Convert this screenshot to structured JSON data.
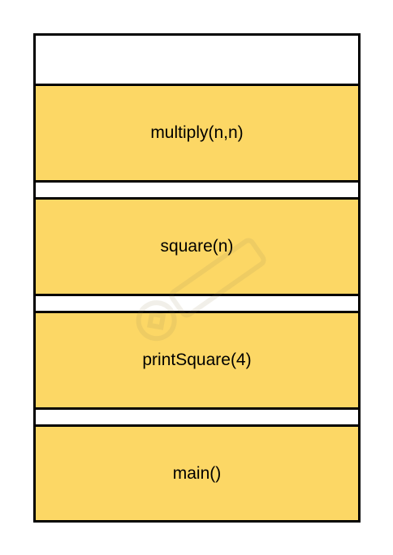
{
  "stack": {
    "frames": [
      {
        "label": "multiply(n,n)"
      },
      {
        "label": "square(n)"
      },
      {
        "label": "printSquare(4)"
      },
      {
        "label": "main()"
      }
    ]
  },
  "colors": {
    "frame_fill": "#fcd765",
    "border": "#000000",
    "background": "#ffffff"
  }
}
